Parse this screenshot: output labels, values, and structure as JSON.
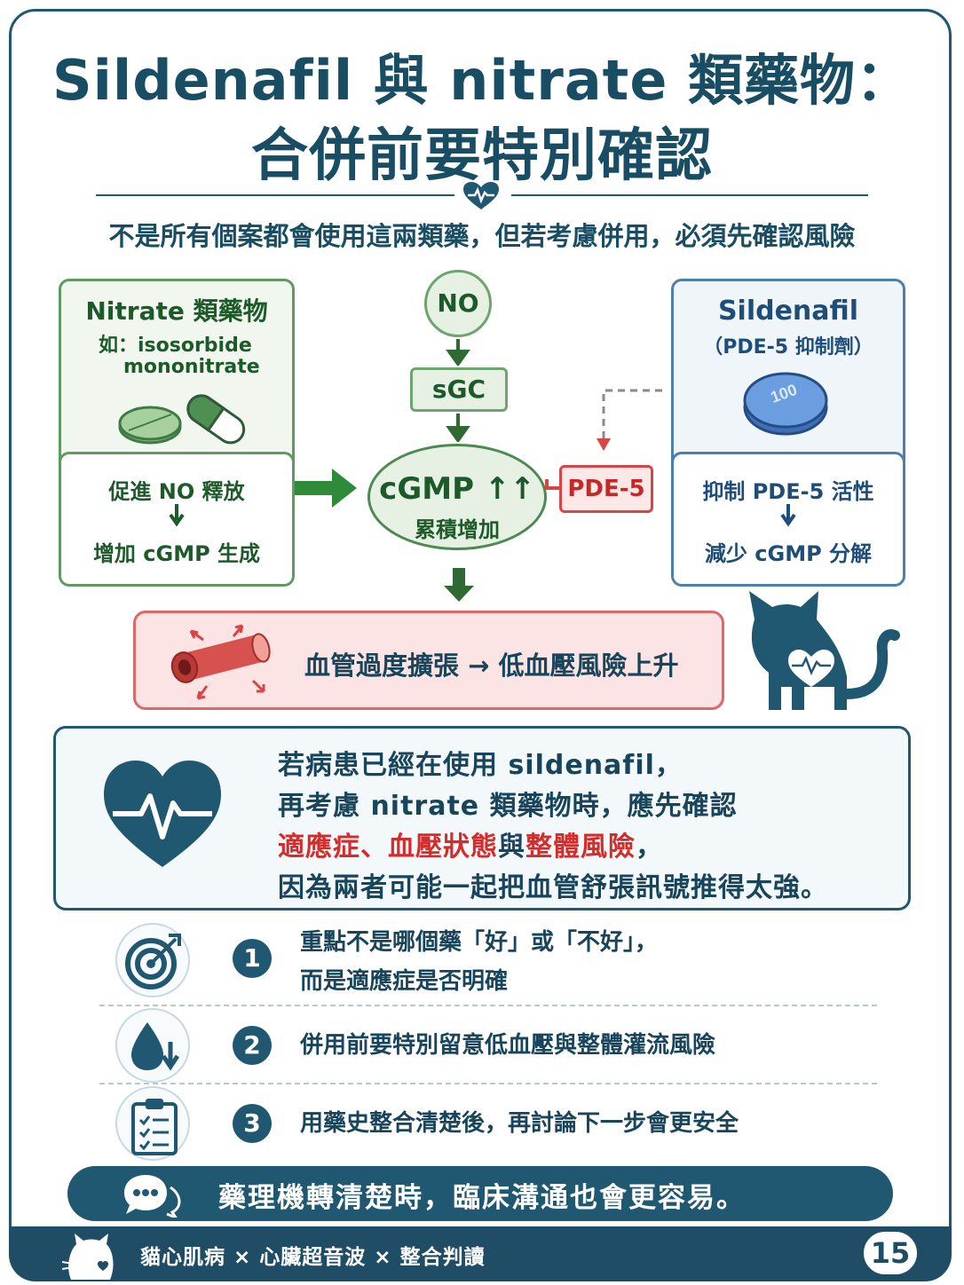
{
  "title": {
    "line1": "Sildenafil 與 nitrate 類藥物：",
    "line2": "合併前要特別確認"
  },
  "subtitle": "不是所有個案都會使用這兩類藥，但若考慮併用，必須先確認風險",
  "nitrate_panel": {
    "heading": "Nitrate 類藥物",
    "example_line1": "如：isosorbide",
    "example_line2": "mononitrate",
    "step1": "促進 NO 釋放",
    "step2": "增加 cGMP 生成"
  },
  "pathway": {
    "no": "NO",
    "sgc": "sGC",
    "cgmp": "cGMP ↑↑",
    "cgmp_sub": "累積增加",
    "pde5": "PDE-5"
  },
  "sildenafil_panel": {
    "heading": "Sildenafil",
    "subheading": "（PDE-5 抑制劑）",
    "pill_label": "100",
    "step1": "抑制 PDE-5 活性",
    "step2": "減少 cGMP 分解"
  },
  "risk": "血管過度擴張 → 低血壓風險上升",
  "warning": {
    "line1": "若病患已經在使用 sildenafil，",
    "line2": "再考慮 nitrate 類藥物時，應先確認",
    "line3_a": "適應症",
    "line3_b": "、",
    "line3_c": "血壓狀態",
    "line3_d": "與",
    "line3_e": "整體風險",
    "line3_f": "，",
    "line4": "因為兩者可能一起把血管舒張訊號推得太強。"
  },
  "points": [
    {
      "num": "1",
      "line1": "重點不是哪個藥「好」或「不好」，",
      "line2": "而是適應症是否明確",
      "icon": "target-icon"
    },
    {
      "num": "2",
      "line1": "併用前要特別留意低血壓與整體灌流風險",
      "icon": "drop-down-icon"
    },
    {
      "num": "3",
      "line1": "用藥史整合清楚後，再討論下一步會更安全",
      "icon": "clipboard-icon"
    }
  ],
  "banner": "藥理機轉清楚時，臨床溝通也會更容易。",
  "footer": {
    "text": "貓心肌病 × 心臟超音波 × 整合判讀",
    "page": "15"
  },
  "colors": {
    "navy": "#1f5870",
    "green": "#5e9a61",
    "blue": "#4a7fae",
    "red": "#d94444"
  }
}
